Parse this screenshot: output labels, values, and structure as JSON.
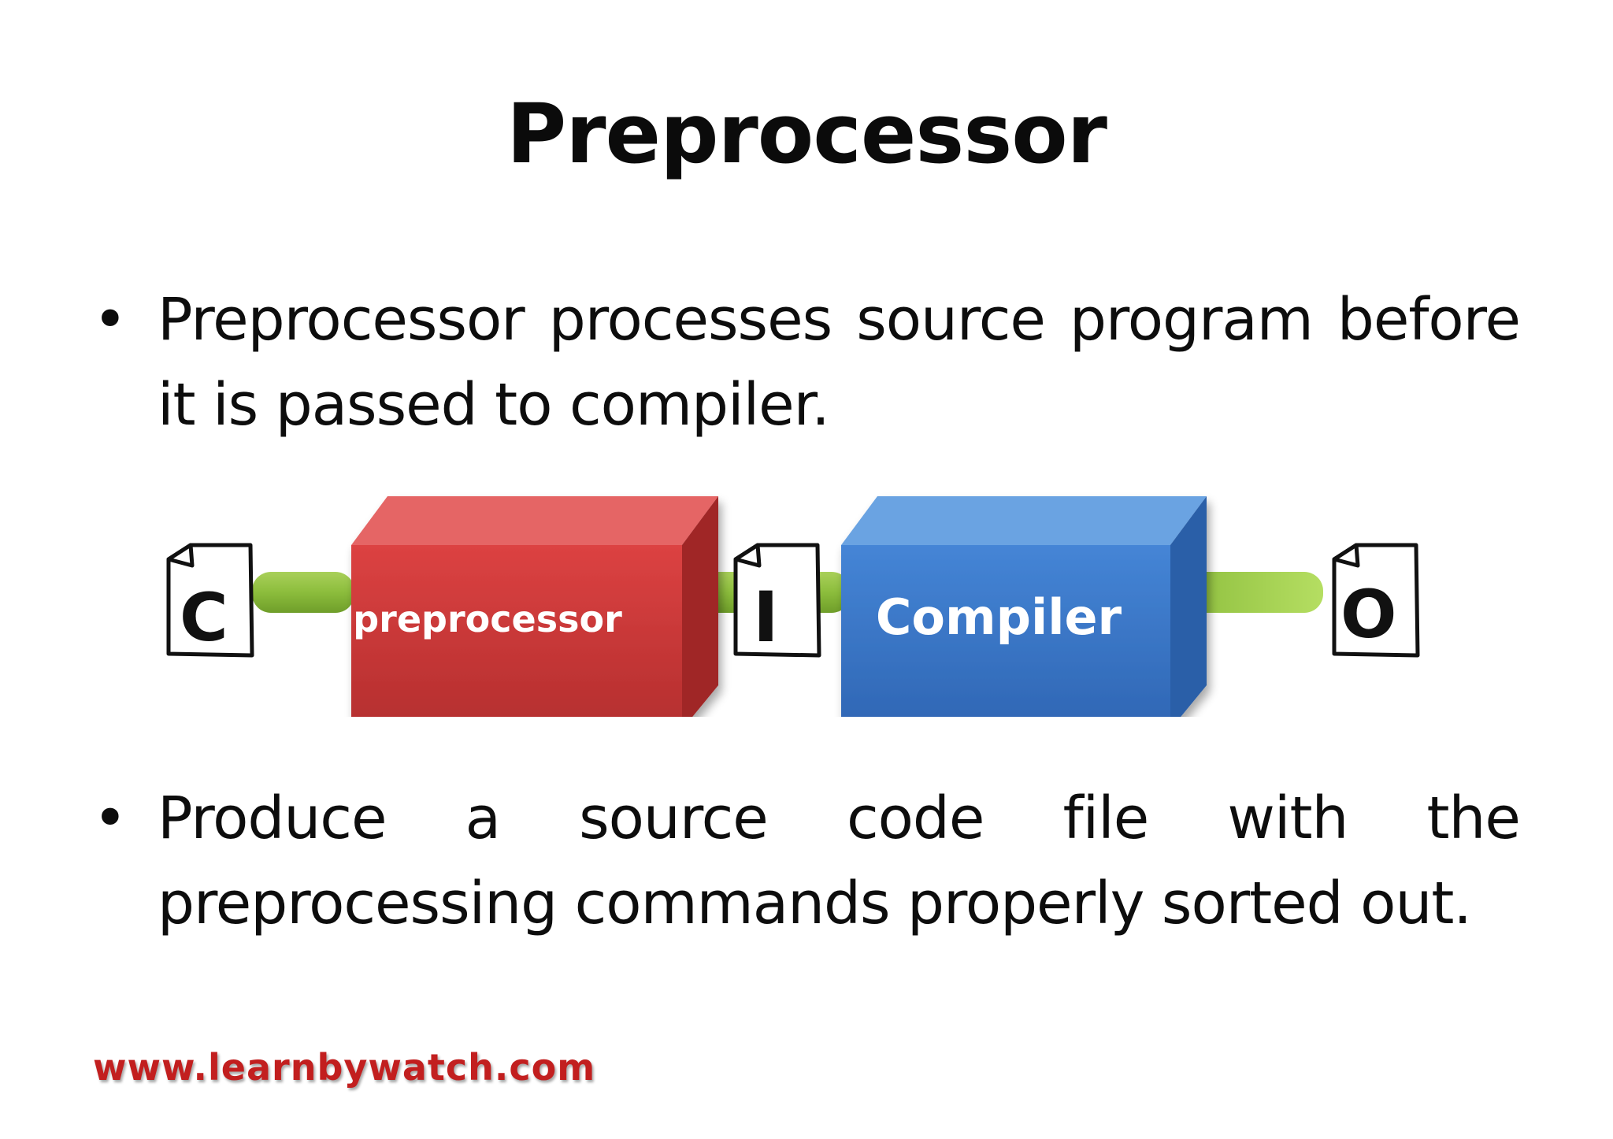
{
  "slide": {
    "title": "Preprocessor",
    "bullets": [
      {
        "marker": "•",
        "line1": "Preprocessor processes source program before",
        "line2": "it is passed to compiler."
      },
      {
        "marker": "•",
        "line1_words": [
          "Produce",
          "a",
          "source",
          "code",
          "file",
          "with",
          "the"
        ],
        "line2": "preprocessing commands properly sorted out."
      }
    ],
    "diagram": {
      "preprocessor_label": "preprocessor",
      "compiler_label": "Compiler",
      "input_file_letter": "C",
      "intermediate_file_letter": "I",
      "output_file_letter": "O",
      "colors": {
        "preprocessor_box": "#d43a3a",
        "compiler_box": "#3f7ccc",
        "pipe": "#8fbf3f"
      }
    },
    "watermark": "www.learnbywatch.com"
  }
}
